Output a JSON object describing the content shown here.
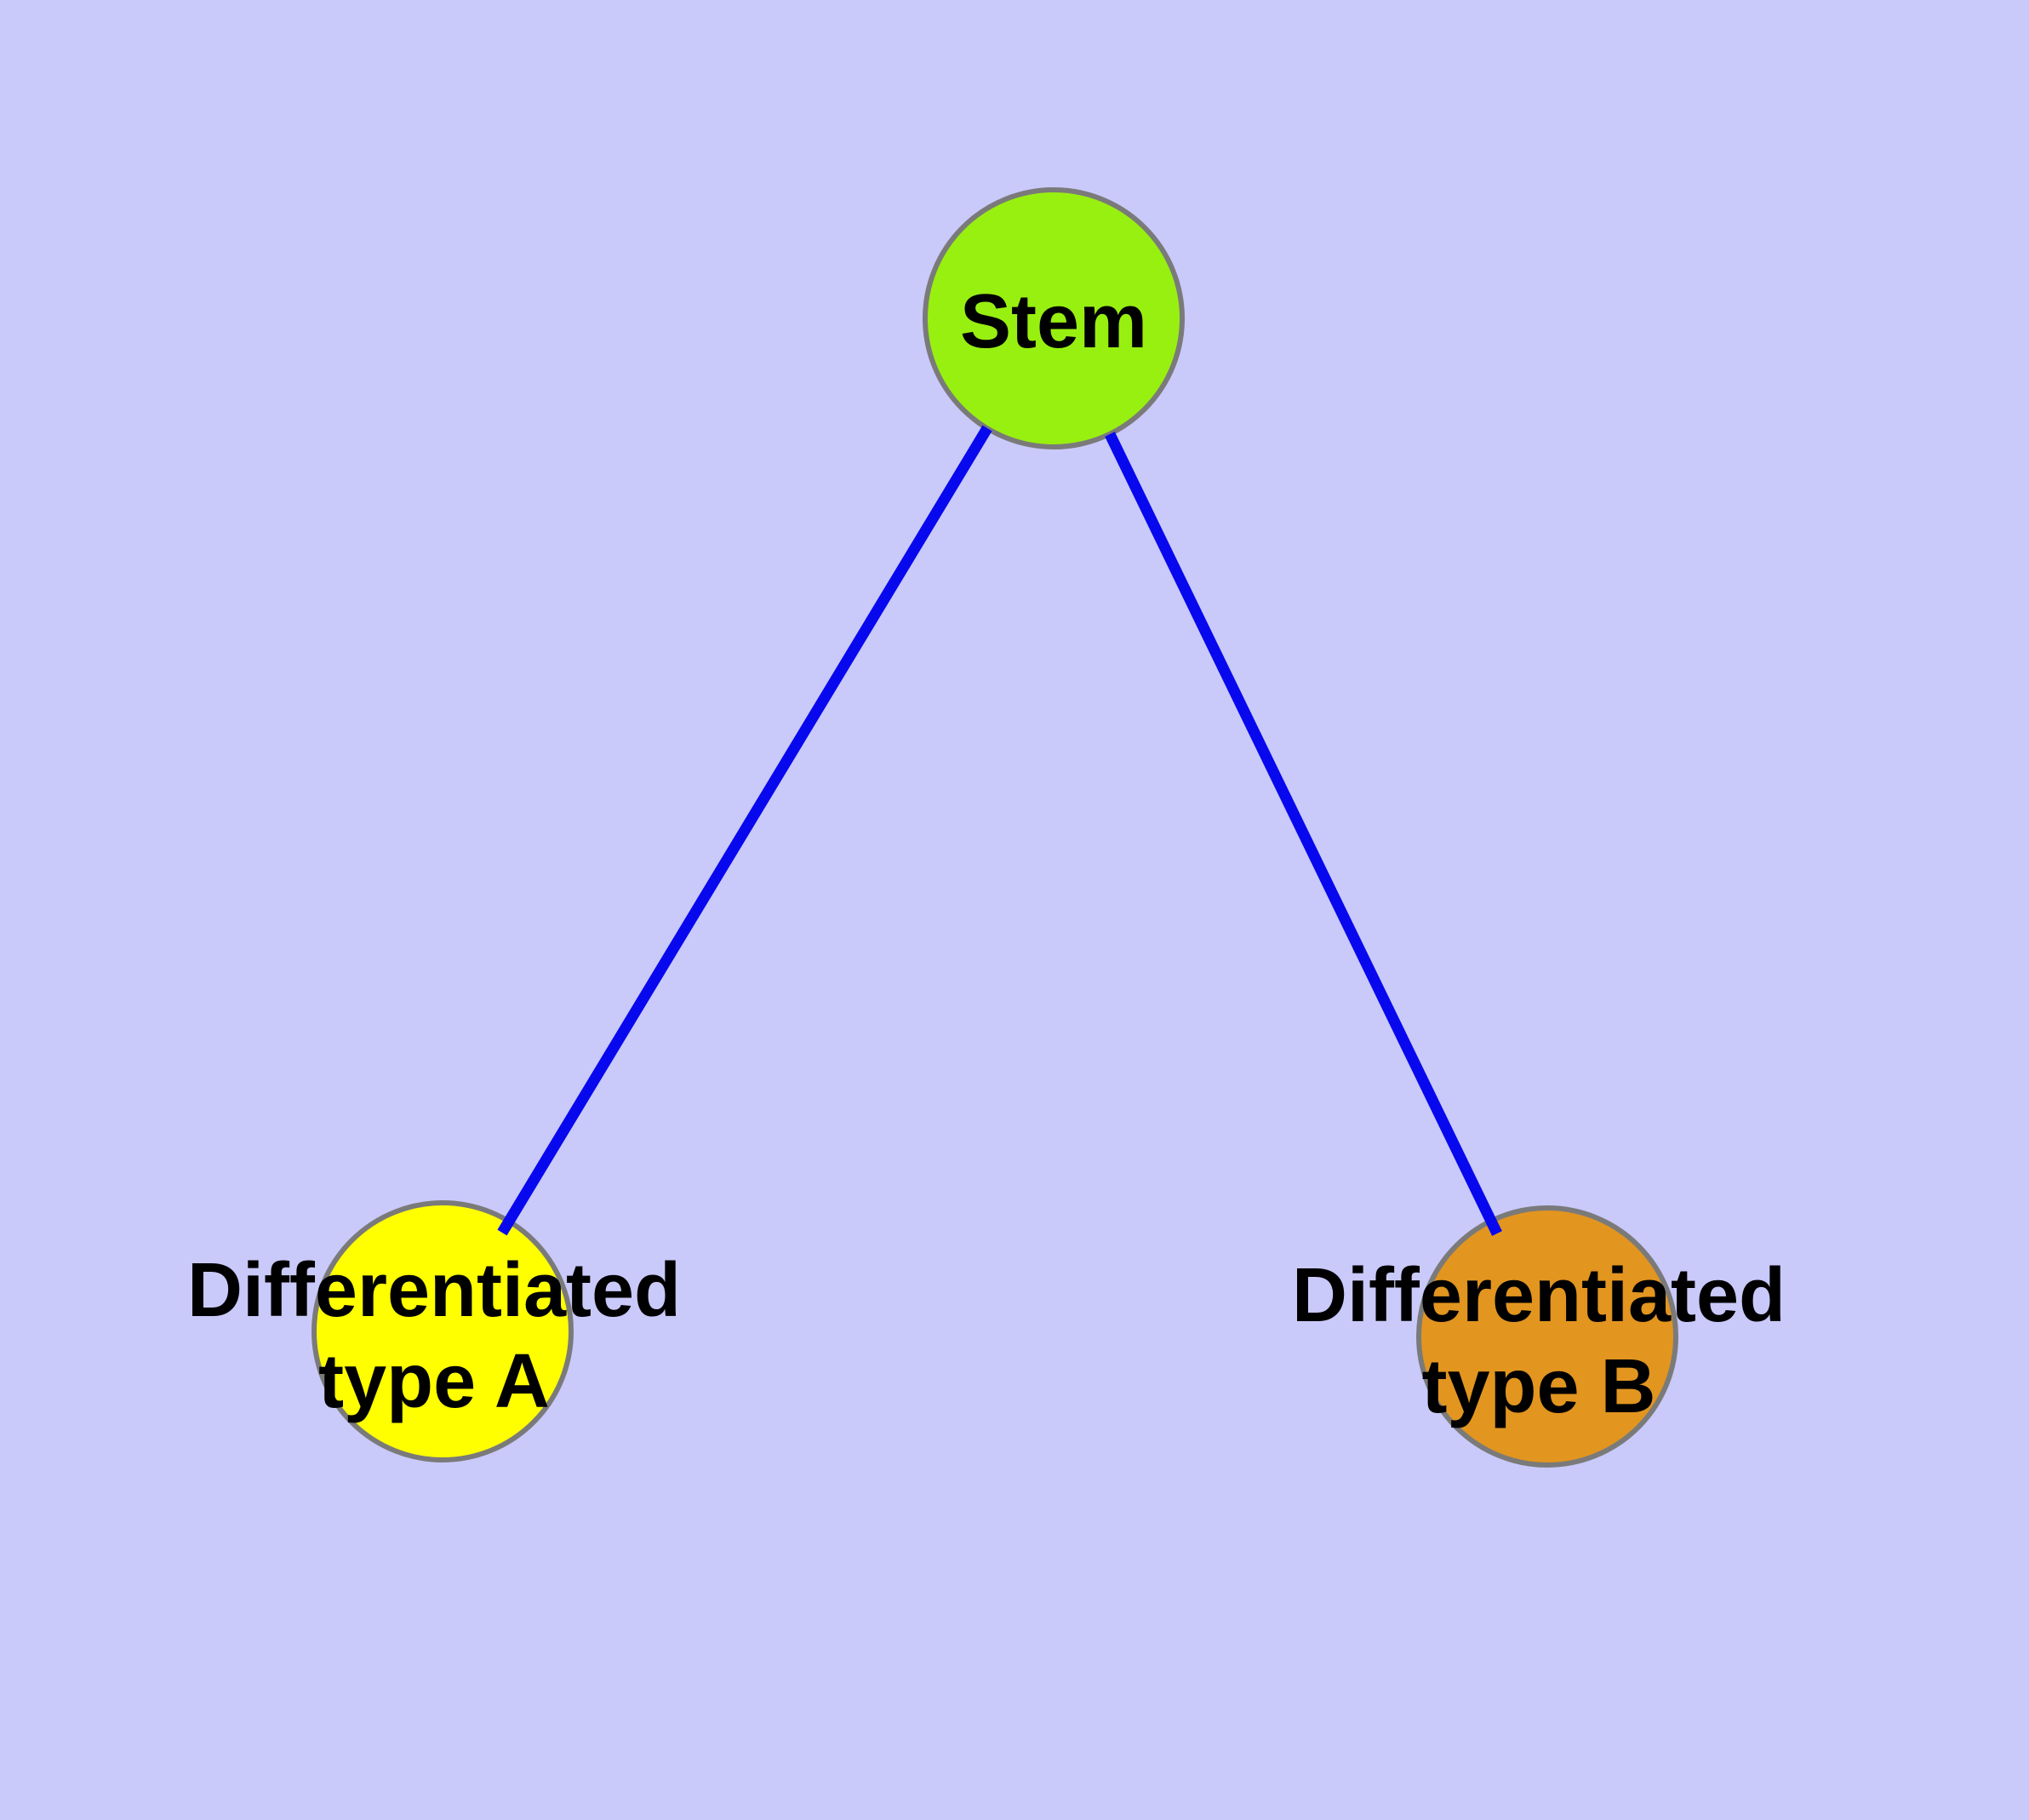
{
  "diagram": {
    "background_color": "#C9C9FA",
    "edge_color": "#0808EE",
    "node_border_color": "#7A7A7A",
    "label_color": "#000000",
    "nodes": {
      "stem": {
        "label": "Stem",
        "fill": "#98F010"
      },
      "type_a": {
        "label": "Differentiated type A",
        "line1": "Differentiated",
        "line2": "type A",
        "fill": "#FFFF00"
      },
      "type_b": {
        "label": "Differentiated type B",
        "line1": "Differentiated",
        "line2": "type B",
        "fill": "#E2951F"
      }
    },
    "edges": [
      {
        "from": "Stem",
        "to": "Differentiated type A"
      },
      {
        "from": "Stem",
        "to": "Differentiated type B"
      }
    ]
  }
}
